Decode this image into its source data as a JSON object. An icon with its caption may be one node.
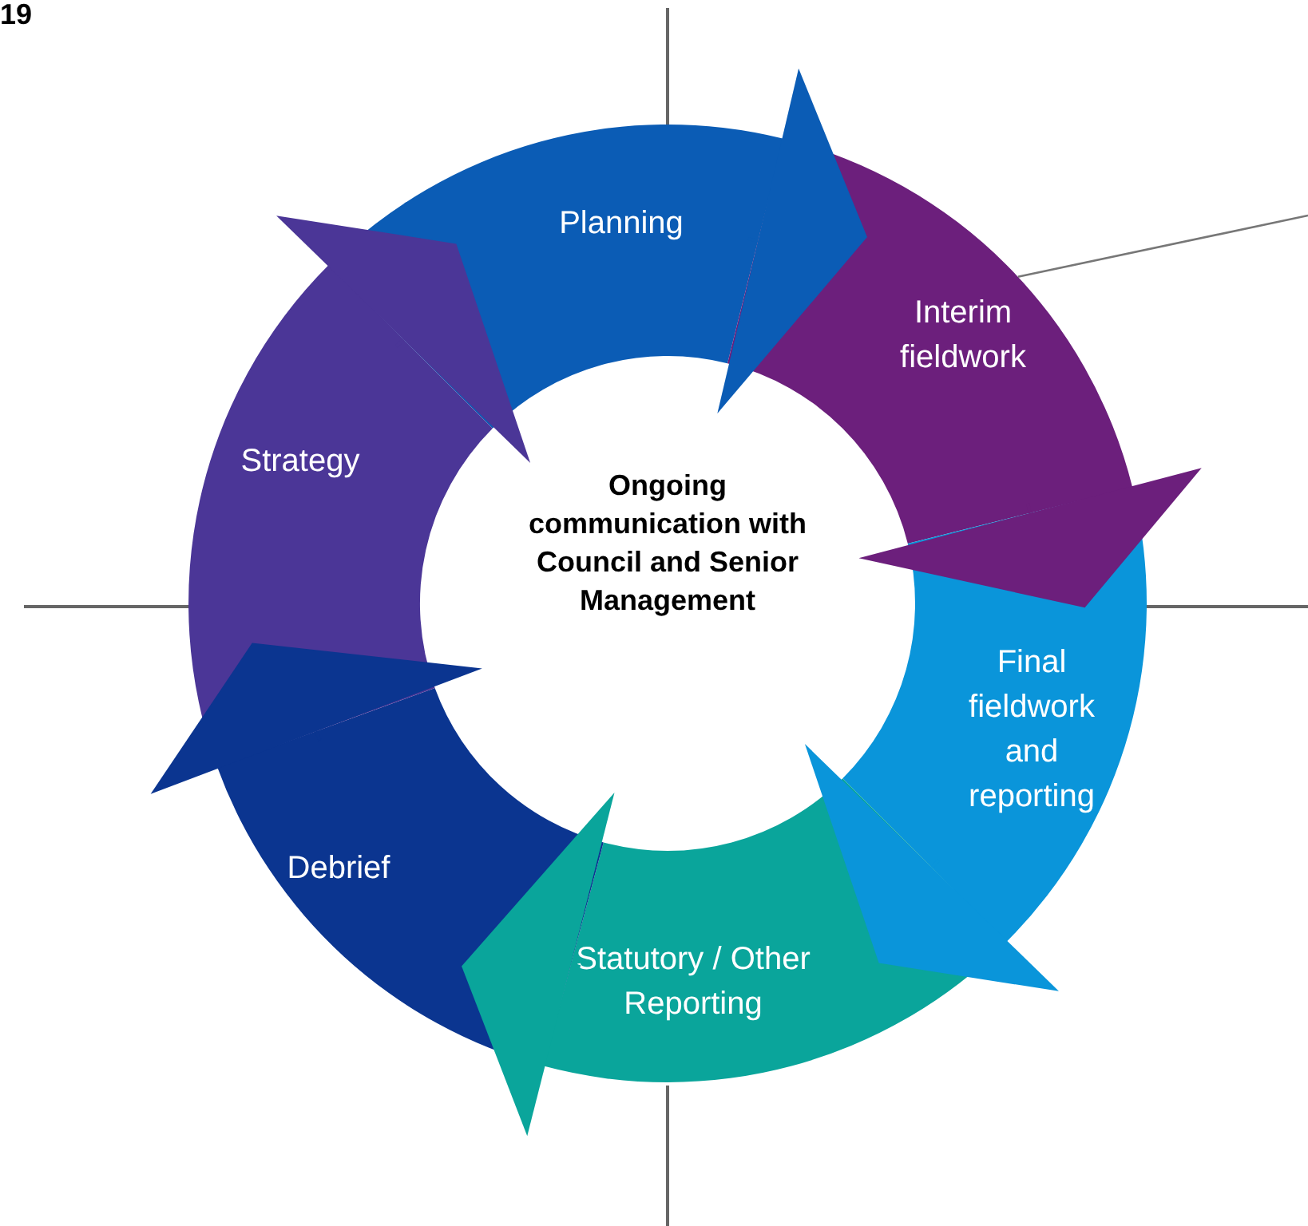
{
  "diagram": {
    "nodes": [
      {
        "text": [
          "Ongoing communication with Council and Senior Management"
        ]
      },
      {
        "text": [
          "Planning"
        ]
      },
      {
        "text": [
          "Interim fieldwork"
        ]
      },
      {
        "text": [
          "Final fieldwork and reporting"
        ]
      },
      {
        "text": [
          "Statutory / Other Reporting"
        ]
      },
      {
        "text": [
          "Debrief"
        ]
      },
      {
        "text": [
          "Strategy"
        ]
      }
    ],
    "edges": [
      {
        "from": 1,
        "to": 2,
        "arrow": "to",
        "color": "#0b5cb5"
      },
      {
        "from": 2,
        "to": 3,
        "arrow": "to",
        "color": "#6c1f7c"
      },
      {
        "from": 3,
        "to": 4,
        "arrow": "to",
        "color": "#0a95da"
      },
      {
        "from": 4,
        "to": 5,
        "arrow": "to",
        "color": "#0aa59b"
      },
      {
        "from": 5,
        "to": 6,
        "arrow": "to",
        "color": "#0b3590"
      },
      {
        "from": 6,
        "to": 1,
        "arrow": "to",
        "color": "#4b3697"
      },
      {
        "from": 2,
        "to": null,
        "arrow": "none",
        "color": "#777777"
      }
    ],
    "labels": [
      "19"
    ]
  }
}
